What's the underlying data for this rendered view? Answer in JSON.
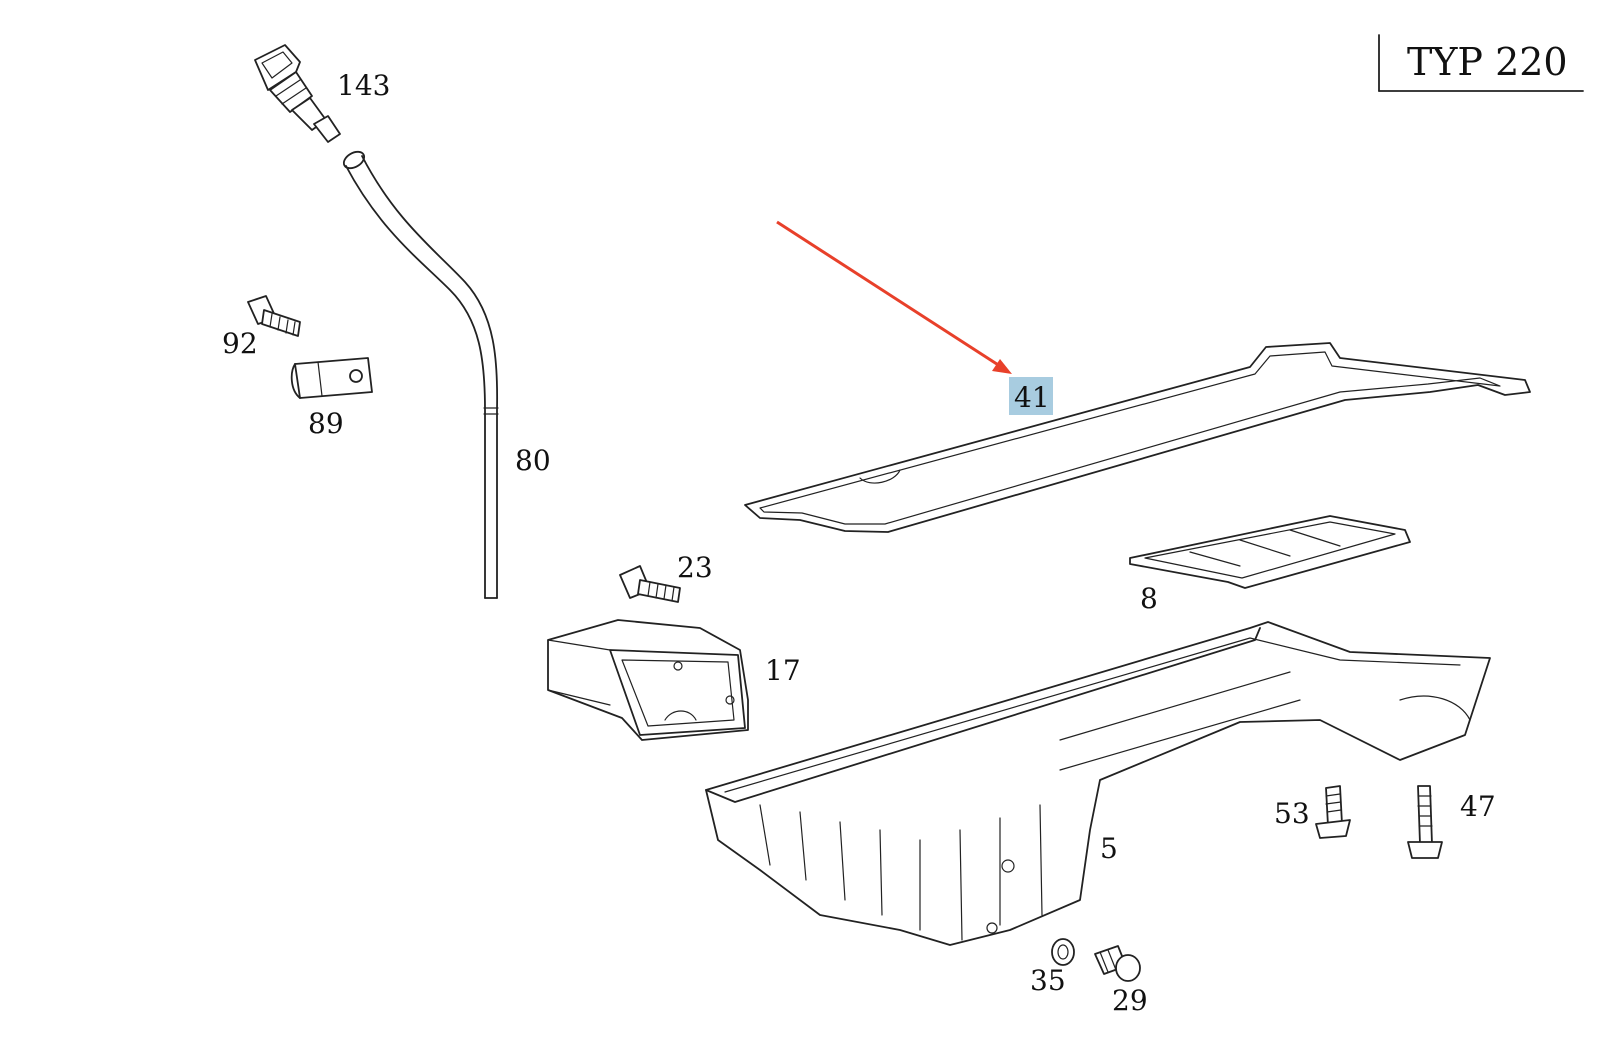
{
  "title": "TYP 220",
  "colors": {
    "arrow": "#e8402a",
    "highlight": "#a8cce0",
    "line": "#222222"
  },
  "callouts": {
    "p143": "143",
    "p92": "92",
    "p89": "89",
    "p80": "80",
    "p41": "41",
    "p23": "23",
    "p17": "17",
    "p8": "8",
    "p5": "5",
    "p53": "53",
    "p47": "47",
    "p35": "35",
    "p29": "29"
  },
  "highlighted_part": "41"
}
